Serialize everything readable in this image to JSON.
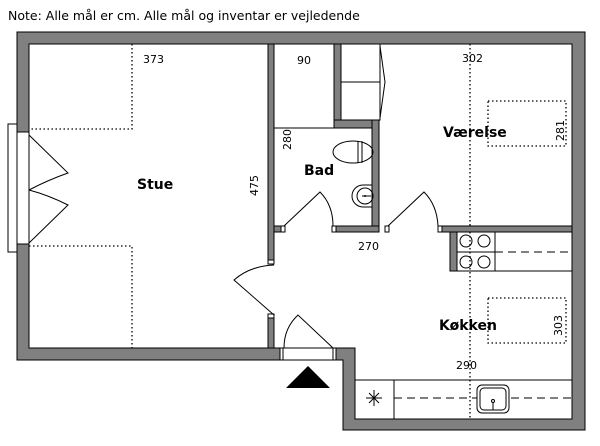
{
  "note": "Note: Alle mål er cm. Alle mål og inventar er vejledende",
  "rooms": {
    "stue": {
      "label": "Stue",
      "width": "373",
      "length": "475"
    },
    "bad": {
      "label": "Bad",
      "length": "280"
    },
    "closet": {
      "width": "90"
    },
    "vaerelse": {
      "label": "Værelse",
      "width": "302",
      "length": "281"
    },
    "hall": {
      "width": "270"
    },
    "kokken": {
      "label": "Køkken",
      "width": "290",
      "length": "303"
    }
  },
  "colors": {
    "wall": "#808080",
    "line": "#000000"
  }
}
